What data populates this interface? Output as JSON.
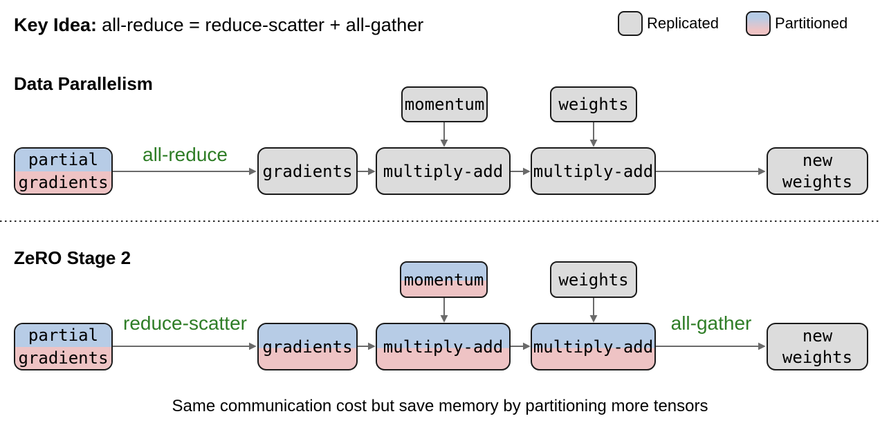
{
  "header": {
    "key_idea_label": "Key Idea:",
    "key_idea_text": "all-reduce = reduce-scatter + all-gather",
    "legend": {
      "replicated": "Replicated",
      "partitioned": "Partitioned"
    }
  },
  "colors": {
    "replicated_fill": "#dcdcdc",
    "partitioned_top_blue": "#b7cce6",
    "partitioned_bottom_pink": "#eec3c4",
    "operation_label_green": "#2e7d26",
    "arrow_gray": "#6a6a6a",
    "box_border": "#1a1a1a"
  },
  "sections": [
    {
      "title": "Data Parallelism",
      "edge_labels": {
        "transfer": "all-reduce"
      },
      "nodes": {
        "partial_gradients": {
          "line1": "partial",
          "line2": "gradients"
        },
        "gradients": "gradients",
        "momentum": "momentum",
        "weights": "weights",
        "multiply_add_1": "multiply-add",
        "multiply_add_2": "multiply-add",
        "new_weights": {
          "line1": "new",
          "line2": "weights"
        }
      }
    },
    {
      "title": "ZeRO Stage 2",
      "edge_labels": {
        "transfer_in": "reduce-scatter",
        "transfer_out": "all-gather"
      },
      "nodes": {
        "partial_gradients": {
          "line1": "partial",
          "line2": "gradients"
        },
        "gradients": "gradients",
        "momentum": "momentum",
        "weights": "weights",
        "multiply_add_1": "multiply-add",
        "multiply_add_2": "multiply-add",
        "new_weights": {
          "line1": "new",
          "line2": "weights"
        }
      }
    }
  ],
  "footer": {
    "caption": "Same communication cost but save memory by partitioning more tensors"
  }
}
